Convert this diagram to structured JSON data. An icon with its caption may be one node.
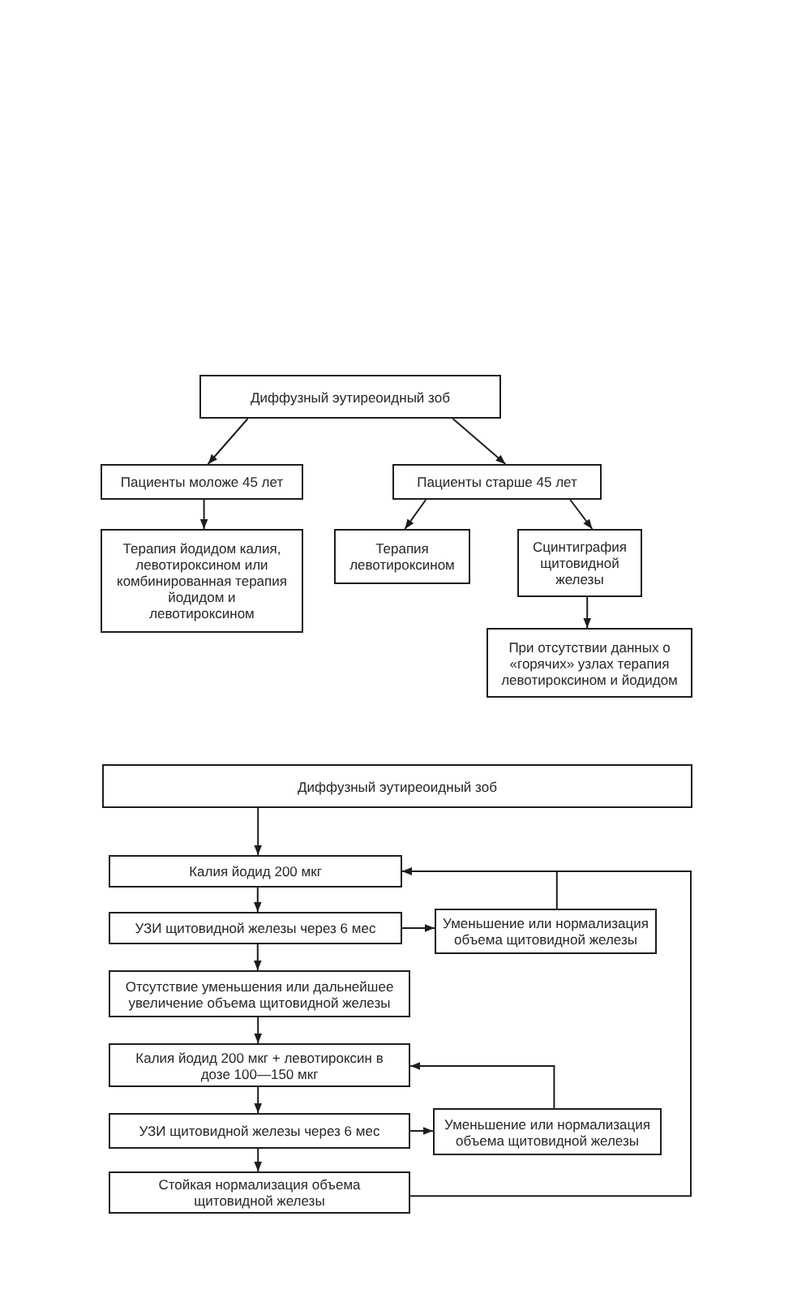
{
  "diagram": {
    "nodes": [
      {
        "text": [
          "Диффузный эутиреоидный зоб"
        ]
      },
      {
        "text": [
          "Пациенты моложе 45 лет"
        ]
      },
      {
        "text": [
          "Пациенты старше 45 лет"
        ]
      },
      {
        "text": [
          "Терапия йодидом калия, левотироксином или комбинированная терапия йодидом и левотироксином"
        ]
      },
      {
        "text": [
          "Терапия левотироксином"
        ]
      },
      {
        "text": [
          "Сцинтиграфия щитовидной железы"
        ]
      },
      {
        "text": [
          "При отсутствии данных о «горячих» узлах терапия левотироксином и йодидом"
        ]
      },
      {
        "text": [
          "Диффузный эутиреоидный зоб"
        ]
      },
      {
        "text": [
          "Калия йодид 200 мкг"
        ]
      },
      {
        "text": [
          "УЗИ щитовидной железы через 6 мес"
        ]
      },
      {
        "text": [
          "Уменьшение или нормализация объема щитовидной железы"
        ]
      },
      {
        "text": [
          "Отсутствие уменьшения или дальнейшее увеличение объема щитовидной железы"
        ]
      },
      {
        "text": [
          "Калия йодид 200 мкг + левотироксин в дозе 100—150 мкг"
        ]
      },
      {
        "text": [
          "УЗИ щитовидной железы через 6 мес"
        ]
      },
      {
        "text": [
          "Уменьшение или нормализация объема щитовидной железы"
        ]
      },
      {
        "text": [
          "Стойкая нормализация объема щитовидной железы"
        ]
      }
    ],
    "edges": [
      {
        "from": 0,
        "to": 1,
        "arrow": "to"
      },
      {
        "from": 0,
        "to": 2,
        "arrow": "to"
      },
      {
        "from": 1,
        "to": 3,
        "arrow": "to"
      },
      {
        "from": 2,
        "to": 4,
        "arrow": "to"
      },
      {
        "from": 2,
        "to": 5,
        "arrow": "to"
      },
      {
        "from": 5,
        "to": 6,
        "arrow": "to"
      },
      {
        "from": 7,
        "to": 8,
        "arrow": "to"
      },
      {
        "from": 8,
        "to": 9,
        "arrow": "to"
      },
      {
        "from": 9,
        "to": 10,
        "arrow": "to"
      },
      {
        "from": 10,
        "to": 8,
        "arrow": "to"
      },
      {
        "from": 9,
        "to": 11,
        "arrow": "to"
      },
      {
        "from": 11,
        "to": 12,
        "arrow": "to"
      },
      {
        "from": 12,
        "to": 13,
        "arrow": "to"
      },
      {
        "from": 13,
        "to": 14,
        "arrow": "to"
      },
      {
        "from": 14,
        "to": 12,
        "arrow": "to"
      },
      {
        "from": 13,
        "to": 15,
        "arrow": "to"
      },
      {
        "from": 15,
        "to": 8,
        "arrow": "to"
      }
    ]
  }
}
